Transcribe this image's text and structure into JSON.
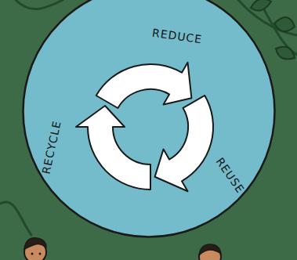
{
  "diagram": {
    "nodes": [
      {
        "text": [
          "REDUCE",
          "REUSE",
          "RECYCLE"
        ]
      }
    ]
  }
}
